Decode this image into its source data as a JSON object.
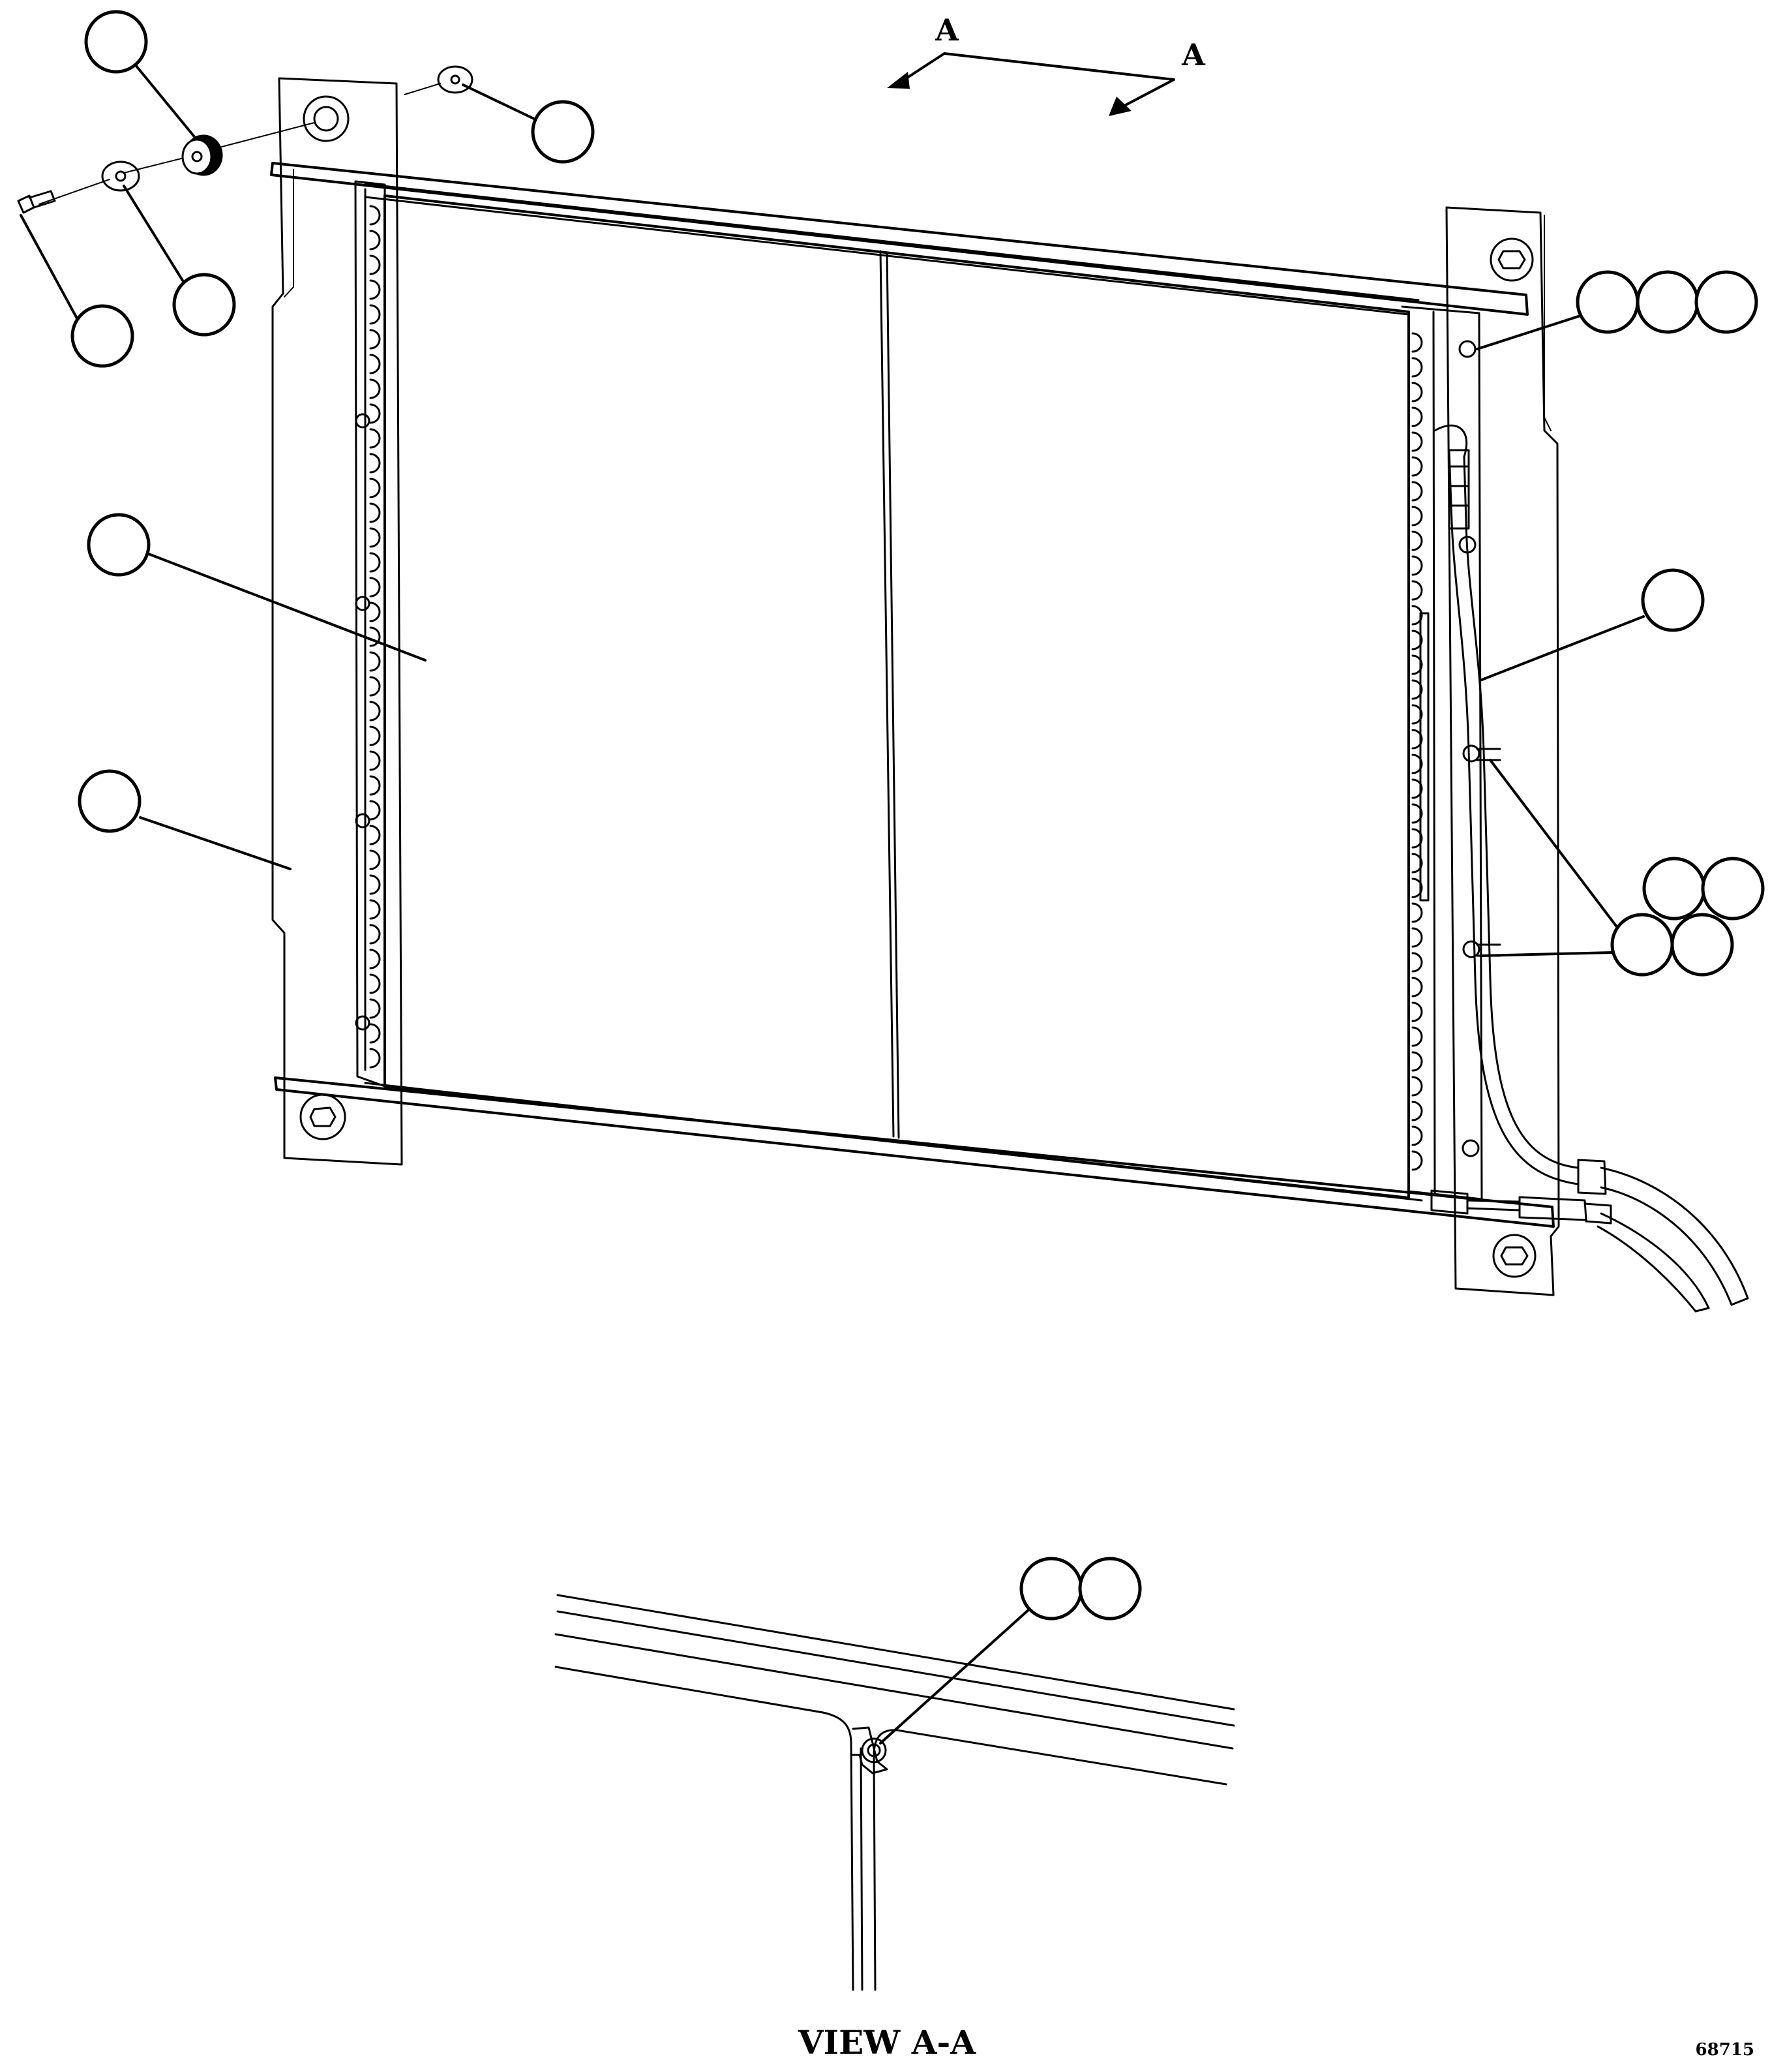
{
  "diagram": {
    "section_marker_left": "A",
    "section_marker_right": "A",
    "view_caption": "VIEW A-A",
    "figure_number": "68715"
  }
}
